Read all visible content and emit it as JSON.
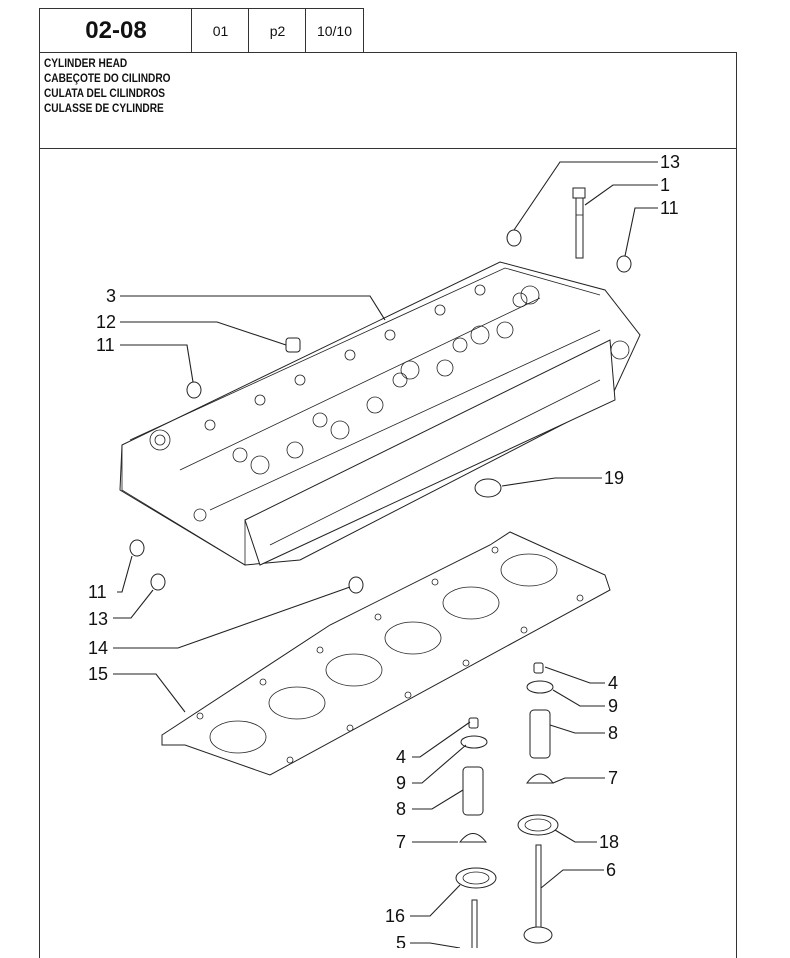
{
  "header": {
    "section_code": "02-08",
    "group": "01",
    "page": "p2",
    "sheet": "10/10"
  },
  "title": {
    "lines": [
      "CYLINDER HEAD",
      "CABEÇOTE DO CILINDRO",
      "CULATA DEL CILINDROS",
      "CULASSE DE CYLINDRE"
    ]
  },
  "diagram": {
    "callouts": [
      {
        "ref": "13",
        "part": "dowel"
      },
      {
        "ref": "1",
        "part": "head-bolt"
      },
      {
        "ref": "11",
        "part": "dowel"
      },
      {
        "ref": "3",
        "part": "cylinder-head"
      },
      {
        "ref": "12",
        "part": "dowel"
      },
      {
        "ref": "11",
        "part": "dowel"
      },
      {
        "ref": "19",
        "part": "plug"
      },
      {
        "ref": "11",
        "part": "dowel"
      },
      {
        "ref": "13",
        "part": "dowel"
      },
      {
        "ref": "14",
        "part": "dowel"
      },
      {
        "ref": "15",
        "part": "head-gasket"
      },
      {
        "ref": "4",
        "part": "valve-keeper"
      },
      {
        "ref": "9",
        "part": "spring-retainer"
      },
      {
        "ref": "8",
        "part": "valve-spring"
      },
      {
        "ref": "7",
        "part": "valve-stem-seal"
      },
      {
        "ref": "18",
        "part": "valve-seat-insert"
      },
      {
        "ref": "6",
        "part": "exhaust-valve"
      },
      {
        "ref": "4",
        "part": "valve-keeper"
      },
      {
        "ref": "9",
        "part": "spring-retainer"
      },
      {
        "ref": "8",
        "part": "valve-spring"
      },
      {
        "ref": "7",
        "part": "valve-stem-seal"
      },
      {
        "ref": "16",
        "part": "valve-seat-insert"
      },
      {
        "ref": "5",
        "part": "intake-valve"
      }
    ]
  }
}
